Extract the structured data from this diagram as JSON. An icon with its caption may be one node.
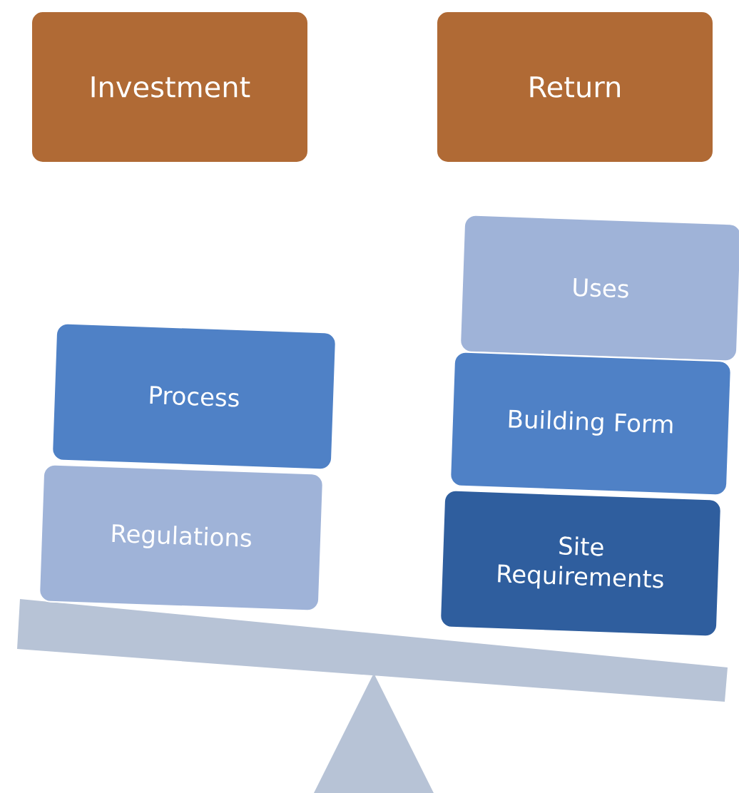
{
  "diagram": {
    "nodes": [
      {
        "text": [
          "Investment"
        ]
      },
      {
        "text": [
          "Return"
        ]
      },
      {
        "text": [
          "Process"
        ]
      },
      {
        "text": [
          "Regulations"
        ]
      },
      {
        "text": [
          "Uses"
        ]
      },
      {
        "text": [
          "Building Form"
        ]
      },
      {
        "text": [
          "Site Requirements"
        ]
      }
    ]
  }
}
